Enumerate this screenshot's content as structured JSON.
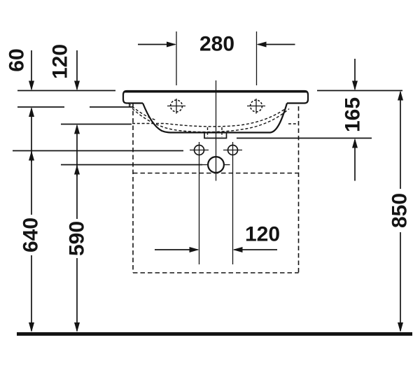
{
  "drawing": {
    "ink": "#141414",
    "background": "#ffffff"
  },
  "dims": {
    "tap_spacing": {
      "label": "280"
    },
    "rim_to_overflow": {
      "label": "60"
    },
    "basin_depth": {
      "label": "120"
    },
    "rim_to_outlet": {
      "label": "165"
    },
    "floor_to_fixings": {
      "label": "640"
    },
    "floor_to_drain": {
      "label": "590"
    },
    "fixing_spacing": {
      "label": "120"
    },
    "floor_to_rim": {
      "label": "850"
    }
  }
}
